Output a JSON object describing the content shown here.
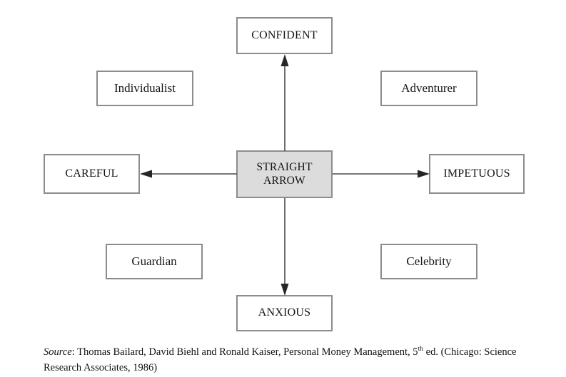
{
  "diagram": {
    "type": "radial-relationship-diagram",
    "center": {
      "id": "straight-arrow",
      "line1": "STRAIGHT",
      "line2": "ARROW",
      "fill": "#dcdcdc",
      "border": "#8c8c8c"
    },
    "axis_nodes": [
      {
        "id": "confident",
        "label": "CONFIDENT",
        "position": "top",
        "arrow": "up"
      },
      {
        "id": "careful",
        "label": "CAREFUL",
        "position": "left",
        "arrow": "left"
      },
      {
        "id": "impetuous",
        "label": "IMPETUOUS",
        "position": "right",
        "arrow": "right"
      },
      {
        "id": "anxious",
        "label": "ANXIOUS",
        "position": "bottom",
        "arrow": "down"
      }
    ],
    "quadrant_nodes": [
      {
        "id": "individualist",
        "label": "Individualist",
        "position": "top-left"
      },
      {
        "id": "adventurer",
        "label": "Adventurer",
        "position": "top-right"
      },
      {
        "id": "guardian",
        "label": "Guardian",
        "position": "bottom-left"
      },
      {
        "id": "celebrity",
        "label": "Celebrity",
        "position": "bottom-right"
      }
    ],
    "arrows": [
      {
        "id": "arrow-up",
        "from": "straight-arrow",
        "to": "confident",
        "direction": "up"
      },
      {
        "id": "arrow-down",
        "from": "straight-arrow",
        "to": "anxious",
        "direction": "down"
      },
      {
        "id": "arrow-left",
        "from": "straight-arrow",
        "to": "careful",
        "direction": "left"
      },
      {
        "id": "arrow-right",
        "from": "straight-arrow",
        "to": "impetuous",
        "direction": "right"
      }
    ]
  },
  "source": {
    "label": "Source",
    "colon": ": ",
    "text_before_sup": "Thomas Bailard, David Biehl and Ronald Kaiser, Personal Money Management, 5",
    "superscript": "th",
    "text_after_sup": " ed. (Chicago: Science Research Associates, 1986)"
  }
}
